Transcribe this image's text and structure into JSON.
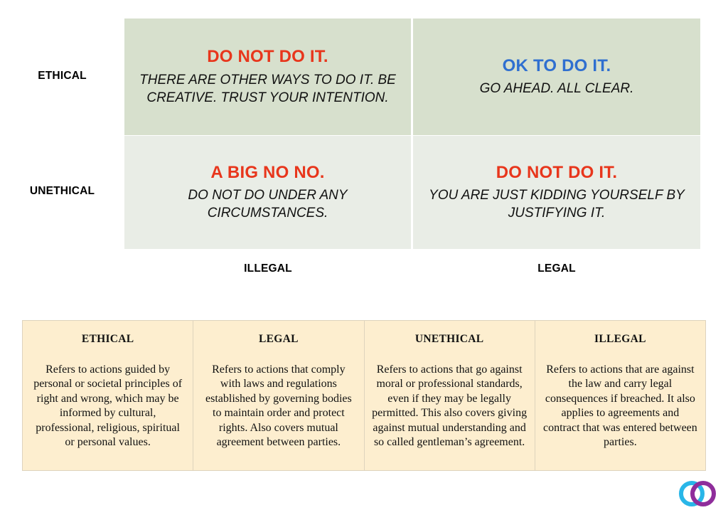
{
  "matrix": {
    "row_labels": [
      {
        "id": "ethical",
        "label": "ETHICAL"
      },
      {
        "id": "unethical",
        "label": "UNETHICAL"
      }
    ],
    "col_labels": [
      {
        "id": "illegal",
        "label": "ILLEGAL"
      },
      {
        "id": "legal",
        "label": "LEGAL"
      }
    ],
    "cells": [
      {
        "id": "ethical-illegal",
        "row": "ETHICAL",
        "col": "ILLEGAL",
        "heading": "DO NOT DO IT.",
        "heading_color": "#e8361c",
        "subtext": "THERE ARE OTHER WAYS TO DO IT. BE CREATIVE. TRUST YOUR INTENTION.",
        "background": "#d7e0cd"
      },
      {
        "id": "ethical-legal",
        "row": "ETHICAL",
        "col": "LEGAL",
        "heading": "OK TO DO IT.",
        "heading_color": "#2f6fd0",
        "subtext": "GO AHEAD. ALL CLEAR.",
        "background": "#d7e0cd"
      },
      {
        "id": "unethical-illegal",
        "row": "UNETHICAL",
        "col": "ILLEGAL",
        "heading": "A BIG NO NO.",
        "heading_color": "#e8361c",
        "subtext": "DO NOT DO UNDER ANY CIRCUMSTANCES.",
        "background": "#e9ede6"
      },
      {
        "id": "unethical-legal",
        "row": "UNETHICAL",
        "col": "LEGAL",
        "heading": "DO NOT DO IT.",
        "heading_color": "#e8361c",
        "subtext": "YOU ARE JUST KIDDING YOURSELF BY JUSTIFYING IT.",
        "background": "#e9ede6"
      }
    ]
  },
  "definitions": {
    "background": "#fdeecf",
    "border_color": "#ded3bd",
    "columns": [
      {
        "id": "ethical",
        "title": "ETHICAL",
        "body": "Refers to actions guided by personal or societal principles of right and wrong, which may be informed by cultural, professional, religious, spiritual or personal values."
      },
      {
        "id": "legal",
        "title": "LEGAL",
        "body": "Refers to actions that comply with laws and regulations established by governing bodies to maintain order and protect rights. Also covers mutual agreement between parties."
      },
      {
        "id": "unethical",
        "title": "UNETHICAL",
        "body": "Refers to actions that go against moral or professional standards, even if they may be legally permitted. This also covers giving against mutual understanding and so called gentleman’s agreement."
      },
      {
        "id": "illegal",
        "title": "ILLEGAL",
        "body": "Refers to actions that are against the law and carry legal consequences if breached. It also applies to agreements and contract that was entered between parties."
      }
    ]
  },
  "logo": {
    "name": "interlocking-rings-logo",
    "ring_left_color": "#29b6e8",
    "ring_right_color": "#8f2d9b"
  }
}
